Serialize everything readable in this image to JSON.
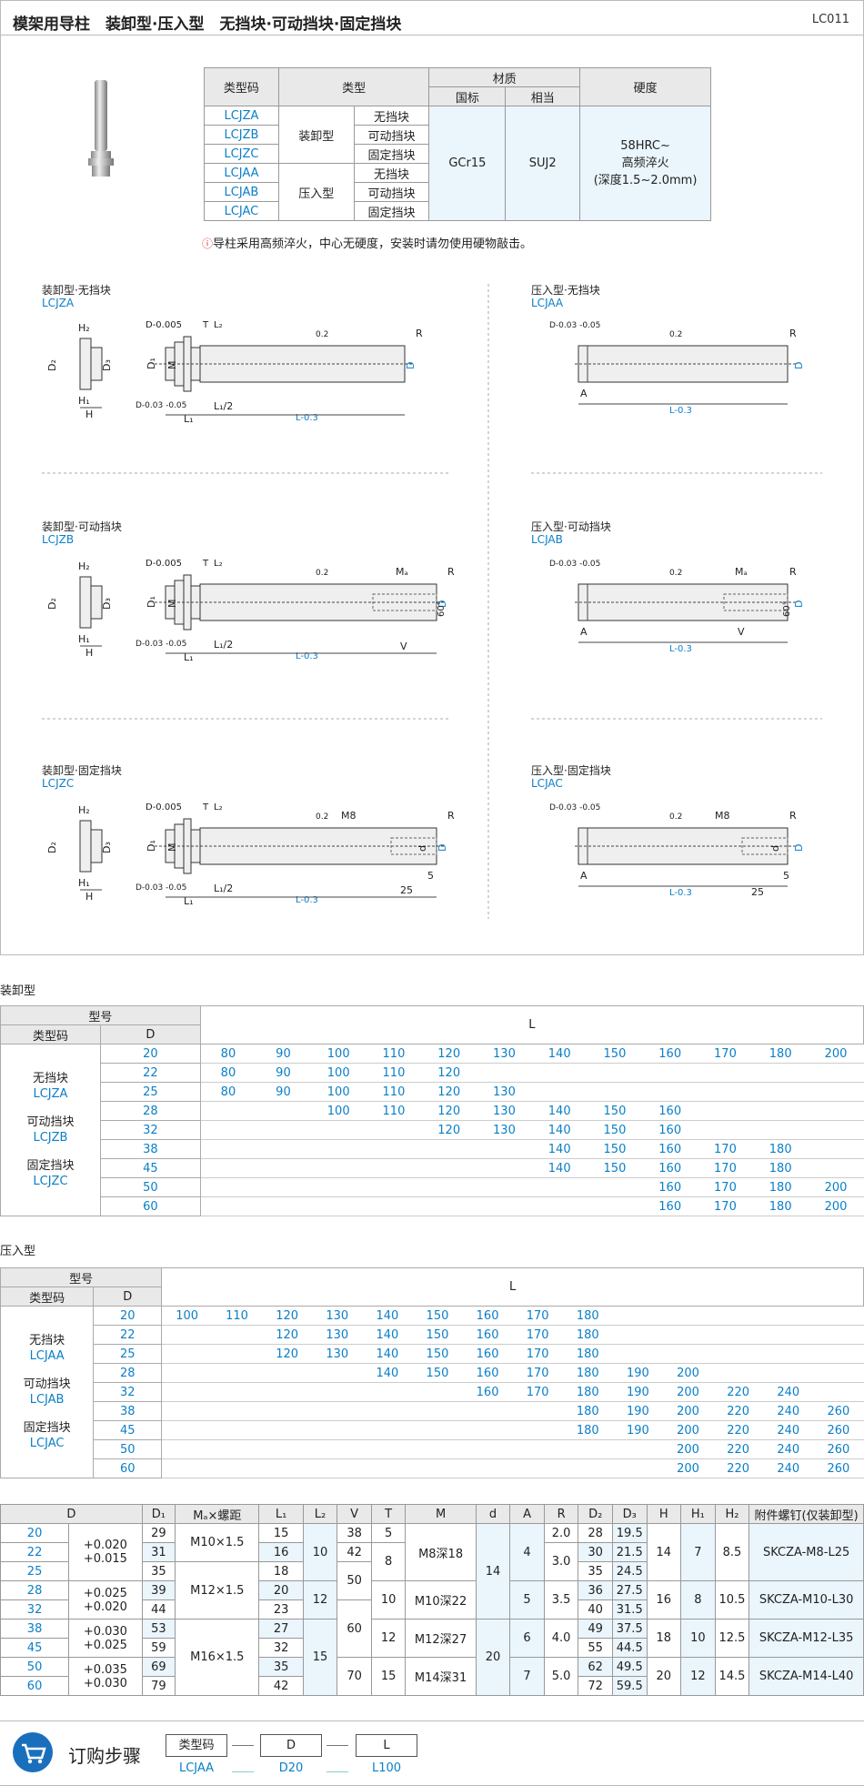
{
  "header": {
    "title": "模架用导柱　装卸型·压入型　无挡块·可动挡块·固定挡块",
    "code": "LC011"
  },
  "spec": {
    "h_code": "类型码",
    "h_type": "类型",
    "h_material": "材质",
    "h_gb": "国标",
    "h_equiv": "相当",
    "h_hard": "硬度",
    "codes": [
      "LCJZA",
      "LCJZB",
      "LCJZC",
      "LCJAA",
      "LCJAB",
      "LCJAC"
    ],
    "groups": [
      "装卸型",
      "压入型"
    ],
    "subtypes": [
      "无挡块",
      "可动挡块",
      "固定挡块",
      "无挡块",
      "可动挡块",
      "固定挡块"
    ],
    "gb": "GCr15",
    "equiv": "SUJ2",
    "hard1": "58HRC~",
    "hard2": "高频淬火",
    "hard3": "(深度1.5~2.0mm)"
  },
  "note": "导柱采用高频淬火，中心无硬度，安装时请勿使用硬物敲击。",
  "diagrams": [
    {
      "t": "装卸型·无挡块",
      "c": "LCJZA"
    },
    {
      "t": "压入型·无挡块",
      "c": "LCJAA"
    },
    {
      "t": "装卸型·可动挡块",
      "c": "LCJZB"
    },
    {
      "t": "压入型·可动挡块",
      "c": "LCJAB"
    },
    {
      "t": "装卸型·固定挡块",
      "c": "LCJZC"
    },
    {
      "t": "压入型·固定挡块",
      "c": "LCJAC"
    }
  ],
  "dim_labels": {
    "H2": "H₂",
    "D2": "D₂",
    "D3": "D₃",
    "H1": "H₁",
    "H": "H",
    "D_005": "D-0.005",
    "D1": "D₁",
    "M": "M",
    "T": "T",
    "L2": "L₂",
    "L1": "L₁",
    "L1h": "L₁/2",
    "D_0305": "D-0.03 -0.05",
    "L_03": "L-0.3",
    "R": "R",
    "D": "D",
    "r02": "0.2",
    "A": "A",
    "Ma": "Mₐ",
    "V": "V",
    "ang": "60°",
    "M8": "M8",
    "d": "d",
    "n5": "5",
    "n25": "25"
  },
  "zx": {
    "title": "装卸型",
    "h_model": "型号",
    "h_code": "类型码",
    "h_D": "D",
    "h_L": "L",
    "types": [
      {
        "n": "无挡块",
        "c": "LCJZA"
      },
      {
        "n": "可动挡块",
        "c": "LCJZB"
      },
      {
        "n": "固定挡块",
        "c": "LCJZC"
      }
    ],
    "rows": [
      {
        "D": "20",
        "L": [
          "80",
          "90",
          "100",
          "110",
          "120",
          "130",
          "140",
          "150",
          "160",
          "170",
          "180",
          "200"
        ]
      },
      {
        "D": "22",
        "L": [
          "80",
          "90",
          "100",
          "110",
          "120",
          "",
          "",
          "",
          "",
          "",
          "",
          ""
        ]
      },
      {
        "D": "25",
        "L": [
          "80",
          "90",
          "100",
          "110",
          "120",
          "130",
          "",
          "",
          "",
          "",
          "",
          ""
        ]
      },
      {
        "D": "28",
        "L": [
          "",
          "",
          "100",
          "110",
          "120",
          "130",
          "140",
          "150",
          "160",
          "",
          "",
          ""
        ]
      },
      {
        "D": "32",
        "L": [
          "",
          "",
          "",
          "",
          "120",
          "130",
          "140",
          "150",
          "160",
          "",
          "",
          ""
        ]
      },
      {
        "D": "38",
        "L": [
          "",
          "",
          "",
          "",
          "",
          "",
          "140",
          "150",
          "160",
          "170",
          "180",
          ""
        ]
      },
      {
        "D": "45",
        "L": [
          "",
          "",
          "",
          "",
          "",
          "",
          "140",
          "150",
          "160",
          "170",
          "180",
          ""
        ]
      },
      {
        "D": "50",
        "L": [
          "",
          "",
          "",
          "",
          "",
          "",
          "",
          "",
          "160",
          "170",
          "180",
          "200"
        ]
      },
      {
        "D": "60",
        "L": [
          "",
          "",
          "",
          "",
          "",
          "",
          "",
          "",
          "160",
          "170",
          "180",
          "200"
        ]
      }
    ]
  },
  "yr": {
    "title": "压入型",
    "h_model": "型号",
    "h_code": "类型码",
    "h_D": "D",
    "h_L": "L",
    "types": [
      {
        "n": "无挡块",
        "c": "LCJAA"
      },
      {
        "n": "可动挡块",
        "c": "LCJAB"
      },
      {
        "n": "固定挡块",
        "c": "LCJAC"
      }
    ],
    "rows": [
      {
        "D": "20",
        "L": [
          "100",
          "110",
          "120",
          "130",
          "140",
          "150",
          "160",
          "170",
          "180",
          "",
          "",
          "",
          "",
          ""
        ]
      },
      {
        "D": "22",
        "L": [
          "",
          "",
          "120",
          "130",
          "140",
          "150",
          "160",
          "170",
          "180",
          "",
          "",
          "",
          "",
          ""
        ]
      },
      {
        "D": "25",
        "L": [
          "",
          "",
          "120",
          "130",
          "140",
          "150",
          "160",
          "170",
          "180",
          "",
          "",
          "",
          "",
          ""
        ]
      },
      {
        "D": "28",
        "L": [
          "",
          "",
          "",
          "",
          "140",
          "150",
          "160",
          "170",
          "180",
          "190",
          "200",
          "",
          "",
          ""
        ]
      },
      {
        "D": "32",
        "L": [
          "",
          "",
          "",
          "",
          "",
          "",
          "160",
          "170",
          "180",
          "190",
          "200",
          "220",
          "240",
          ""
        ]
      },
      {
        "D": "38",
        "L": [
          "",
          "",
          "",
          "",
          "",
          "",
          "",
          "",
          "180",
          "190",
          "200",
          "220",
          "240",
          "260"
        ]
      },
      {
        "D": "45",
        "L": [
          "",
          "",
          "",
          "",
          "",
          "",
          "",
          "",
          "180",
          "190",
          "200",
          "220",
          "240",
          "260"
        ]
      },
      {
        "D": "50",
        "L": [
          "",
          "",
          "",
          "",
          "",
          "",
          "",
          "",
          "",
          "",
          "200",
          "220",
          "240",
          "260"
        ]
      },
      {
        "D": "60",
        "L": [
          "",
          "",
          "",
          "",
          "",
          "",
          "",
          "",
          "",
          "",
          "200",
          "220",
          "240",
          "260"
        ]
      }
    ]
  },
  "dims": {
    "headers": [
      "D",
      "D₁",
      "Mₐ×螺距",
      "L₁",
      "L₂",
      "V",
      "T",
      "M",
      "d",
      "A",
      "R",
      "D₂",
      "D₃",
      "H",
      "H₁",
      "H₂",
      "附件螺钉(仅装卸型)"
    ],
    "D": [
      "20",
      "22",
      "25",
      "28",
      "32",
      "38",
      "45",
      "50",
      "60"
    ],
    "tol": [
      [
        "+0.020",
        "+0.015"
      ],
      [
        "+0.025",
        "+0.020"
      ],
      [
        "+0.030",
        "+0.025"
      ],
      [
        "+0.035",
        "+0.030"
      ]
    ],
    "D1": [
      "29",
      "31",
      "35",
      "39",
      "44",
      "53",
      "59",
      "69",
      "79"
    ],
    "Ma": [
      "M10×1.5",
      "M12×1.5",
      "M16×1.5"
    ],
    "L1": [
      "15",
      "16",
      "18",
      "20",
      "23",
      "27",
      "32",
      "35",
      "42"
    ],
    "L2": [
      "10",
      "12",
      "15"
    ],
    "V": [
      "38",
      "42",
      "50",
      "60",
      "70"
    ],
    "T": [
      "5",
      "8",
      "10",
      "12",
      "15"
    ],
    "M": [
      "M8深18",
      "M10深22",
      "M12深27",
      "M14深31"
    ],
    "d": [
      "14",
      "20"
    ],
    "A": [
      "4",
      "5",
      "6",
      "7"
    ],
    "R": [
      "2.0",
      "3.0",
      "3.5",
      "4.0",
      "5.0"
    ],
    "D2": [
      "28",
      "30",
      "35",
      "36",
      "40",
      "49",
      "55",
      "62",
      "72"
    ],
    "D3": [
      "19.5",
      "21.5",
      "24.5",
      "27.5",
      "31.5",
      "37.5",
      "44.5",
      "49.5",
      "59.5"
    ],
    "H": [
      "14",
      "16",
      "18",
      "20"
    ],
    "H1": [
      "7",
      "8",
      "10",
      "12"
    ],
    "H2": [
      "8.5",
      "10.5",
      "12.5",
      "14.5"
    ],
    "screw": [
      "SKCZA-M8-L25",
      "SKCZA-M10-L30",
      "SKCZA-M12-L35",
      "SKCZA-M14-L40"
    ]
  },
  "order": {
    "title": "订购步骤",
    "boxes": [
      "类型码",
      "D",
      "L"
    ],
    "values": [
      "LCJAA",
      "D20",
      "L100"
    ]
  }
}
